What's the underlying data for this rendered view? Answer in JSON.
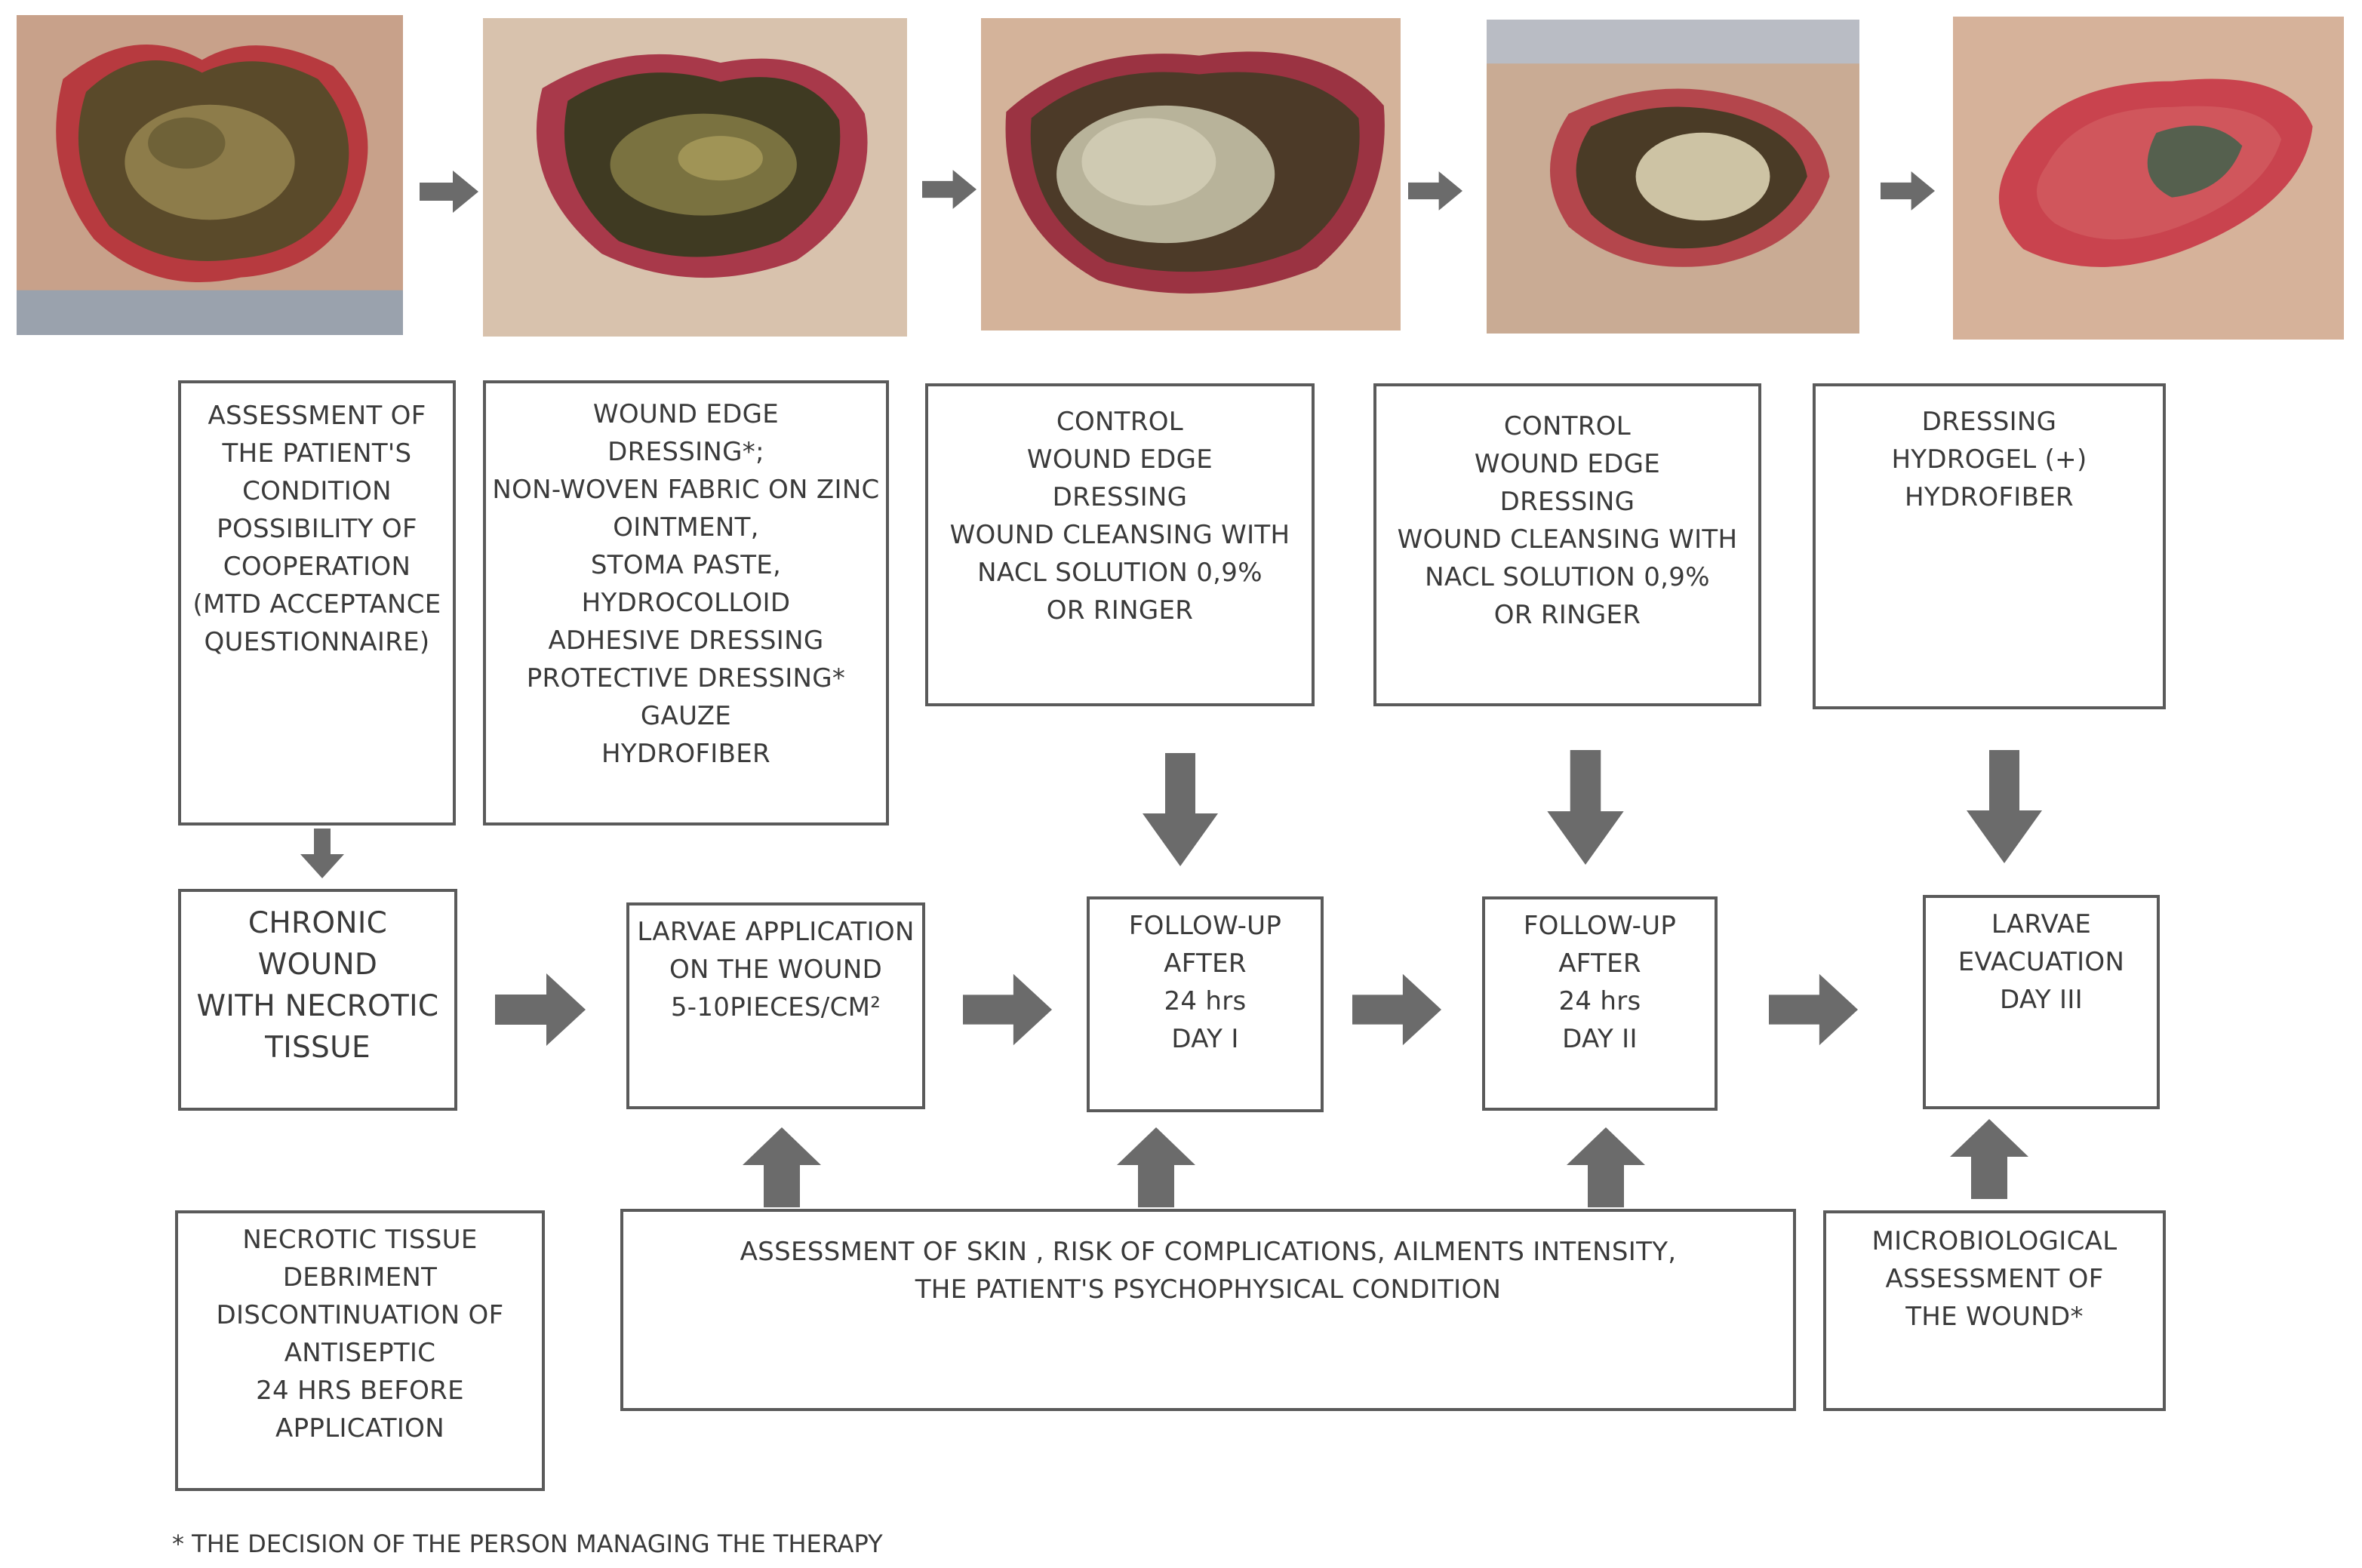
{
  "photos": [
    {
      "name": "wound-photo-initial"
    },
    {
      "name": "wound-photo-dressed"
    },
    {
      "name": "wound-photo-larvae"
    },
    {
      "name": "wound-photo-cleansed"
    },
    {
      "name": "wound-photo-healing"
    }
  ],
  "boxes": {
    "assessment_patient": [
      "ASSESSMENT OF",
      "THE PATIENT'S",
      "CONDITION",
      "POSSIBILITY OF",
      "COOPERATION",
      "(MTD ACCEPTANCE",
      "QUESTIONNAIRE)"
    ],
    "wound_edge_dressing": [
      "WOUND EDGE",
      "DRESSING*;",
      "NON-WOVEN FABRIC ON ZINC",
      "OINTMENT,",
      "STOMA PASTE,",
      "HYDROCOLLOID",
      "ADHESIVE DRESSING",
      "PROTECTIVE DRESSING*",
      "GAUZE",
      "HYDROFIBER"
    ],
    "control_1": [
      "CONTROL",
      "WOUND EDGE",
      "DRESSING",
      "WOUND CLEANSING WITH",
      "NACL SOLUTION 0,9%",
      "OR RINGER"
    ],
    "control_2": [
      "CONTROL",
      "WOUND EDGE",
      "DRESSING",
      "WOUND CLEANSING WITH",
      "NACL SOLUTION 0,9%",
      "OR RINGER"
    ],
    "dressing_hydrogel": [
      "DRESSING",
      "HYDROGEL (+)",
      "HYDROFIBER"
    ],
    "chronic_wound": [
      "CHRONIC",
      "WOUND",
      "WITH NECROTIC",
      "TISSUE"
    ],
    "larvae_application": [
      "LARVAE APPLICATION",
      "ON THE WOUND",
      "5-10PIECES/CM²"
    ],
    "follow_up_day1": [
      "FOLLOW-UP",
      "AFTER",
      "24 hrs",
      "DAY I"
    ],
    "follow_up_day2": [
      "FOLLOW-UP",
      "AFTER",
      "24 hrs",
      "DAY II"
    ],
    "larvae_evacuation": [
      "LARVAE",
      "EVACUATION",
      "DAY III"
    ],
    "necrotic_debriment": [
      "NECROTIC TISSUE",
      "DEBRIMENT",
      "DISCONTINUATION OF",
      "ANTISEPTIC",
      "24 HRS BEFORE",
      "APPLICATION"
    ],
    "assessment_skin": [
      "ASSESSMENT OF SKIN , RISK OF COMPLICATIONS, AILMENTS INTENSITY,",
      "THE PATIENT'S PSYCHOPHYSICAL CONDITION"
    ],
    "microbiological": [
      "MICROBIOLOGICAL",
      "ASSESSMENT OF",
      "THE WOUND*"
    ]
  },
  "footnote": "* THE DECISION OF THE PERSON MANAGING THE THERAPY",
  "colors": {
    "border": "#5a5a5a",
    "arrow": "#6b6b6b",
    "text": "#3a3a3a",
    "skin": "#d9a98a",
    "wound_red": "#c4363f",
    "necrotic": "#4a3b22"
  }
}
